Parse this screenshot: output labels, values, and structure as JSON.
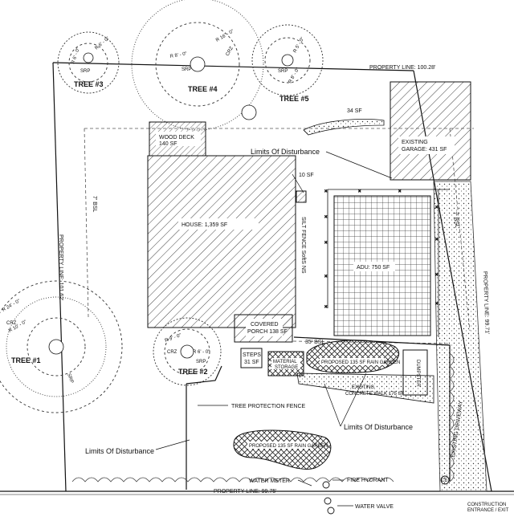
{
  "trees": [
    {
      "name": "TREE #1",
      "radii": [
        "R 24' - 0\"",
        "R 10' - 0\""
      ],
      "crz": "CRZ",
      "srp": "SRP"
    },
    {
      "name": "TREE #2",
      "radii": [
        "R 9' - 0\"",
        "R 6' - 0\""
      ],
      "crz": "CRZ",
      "srp": "SRP"
    },
    {
      "name": "TREE #3",
      "radii": [
        "R 6' - 0\"",
        "R 6' - 0\""
      ],
      "srp": "SRP"
    },
    {
      "name": "TREE #4",
      "radii": [
        "R 16' - 0\"",
        "R 8' - 0\""
      ],
      "crz": "CRZ",
      "srp": "SRP"
    },
    {
      "name": "TREE #5",
      "radii": [
        "R 8' - 0\"",
        "R 5' - 0\""
      ],
      "srp": "SRP"
    }
  ],
  "property_lines": {
    "top": "PROPERTY LINE: 100.28'",
    "left": "PROPERTY LINE: 101.62'",
    "right": "PROPERTY LINE: 99.71'",
    "bottom": "PROPERTY LINE: 99.75'"
  },
  "structures": {
    "wood_deck": [
      "WOOD DECK",
      "140 SF"
    ],
    "house": "HOUSE: 1,359 SF",
    "adu": "ADU: 750 SF",
    "garage": [
      "EXISTING",
      "GARAGE: 431 SF"
    ],
    "covered_porch": [
      "COVERED",
      "PORCH 138 SF"
    ],
    "steps": [
      "STEPS",
      "31 SF"
    ],
    "material_storage": [
      "MATERIAL",
      "STORAGE"
    ],
    "dumpster": "DUMPSTER",
    "rain_garden_1": "PROPOSED 135 SF RAIN GARDEN",
    "rain_garden_2": "PROPOSED 135 SF RAIN GARDEN",
    "concrete_walk": [
      "EXISTING",
      "CONCRETE WALK 175 SF"
    ],
    "driveway": "EXISTING DRIVEWAY"
  },
  "labels": {
    "sf_34": "34 SF",
    "sf_10": "10 SF",
    "bsl_left": "7' BSL",
    "bsl_right": "7' BSL",
    "bsl_mid": "35' BSL",
    "silt_fence": "SILT FENCE SoftS NS",
    "lod_top": "Limits Of Disturbance",
    "lod_mid": "Limits Of Disturbance",
    "lod_left": "Limits Of Disturbance",
    "tree_fence": "TREE PROTECTION FENCE",
    "water_meter": "WATER METER",
    "fire_hydrant": "FIRE HYDRANT",
    "water_valve": "WATER VALVE",
    "construction_entrance": [
      "CONSTRUCTION",
      "ENTRANCE / EXIT"
    ],
    "ce_symbol": "CE"
  }
}
